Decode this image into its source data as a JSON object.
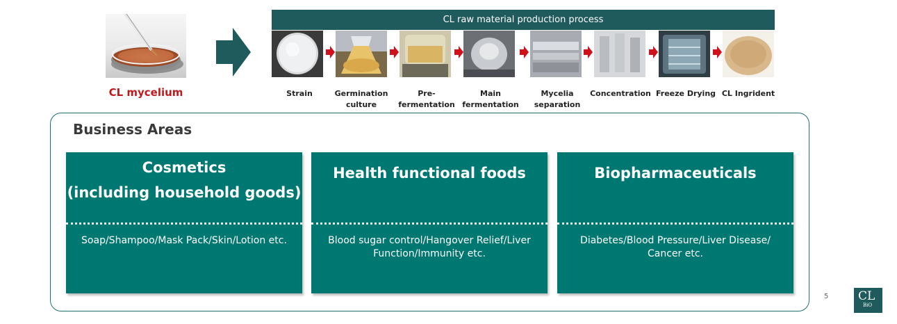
{
  "source": {
    "label": "CL mycelium",
    "label_color": "#c0191c"
  },
  "process": {
    "title": "CL raw material production process",
    "steps": [
      {
        "line1": "Strain",
        "line2": ""
      },
      {
        "line1": "Germination",
        "line2": "culture"
      },
      {
        "line1": "Pre-fermentation",
        "line2": ""
      },
      {
        "line1": "Main",
        "line2": "fermentation"
      },
      {
        "line1": "Mycelia",
        "line2": "separation"
      },
      {
        "line1": "Concentration",
        "line2": ""
      },
      {
        "line1": "Freeze Drying",
        "line2": ""
      },
      {
        "line1": "CL Ingrident",
        "line2": ""
      }
    ]
  },
  "business": {
    "title": "Business Areas",
    "areas": [
      {
        "title_line1": "Cosmetics",
        "title_line2": "(including household goods)",
        "desc_line1": "Soap/Shampoo/Mask Pack/Skin/Lotion etc.",
        "desc_line2": ""
      },
      {
        "title_line1": "Health functional foods",
        "title_line2": "",
        "desc_line1": "Blood sugar control/Hangover Relief/Liver",
        "desc_line2": "Function/Immunity etc."
      },
      {
        "title_line1": "Biopharmaceuticals",
        "title_line2": "",
        "desc_line1": "Diabetes/Blood Pressure/Liver Disease/",
        "desc_line2": "Cancer etc."
      }
    ]
  },
  "page_number": "5",
  "logo": {
    "main": "CL",
    "sub": "BiO"
  },
  "colors": {
    "teal_dark": "#1f5b5c",
    "teal_card": "#007872",
    "arrow_red": "#d0101a"
  }
}
